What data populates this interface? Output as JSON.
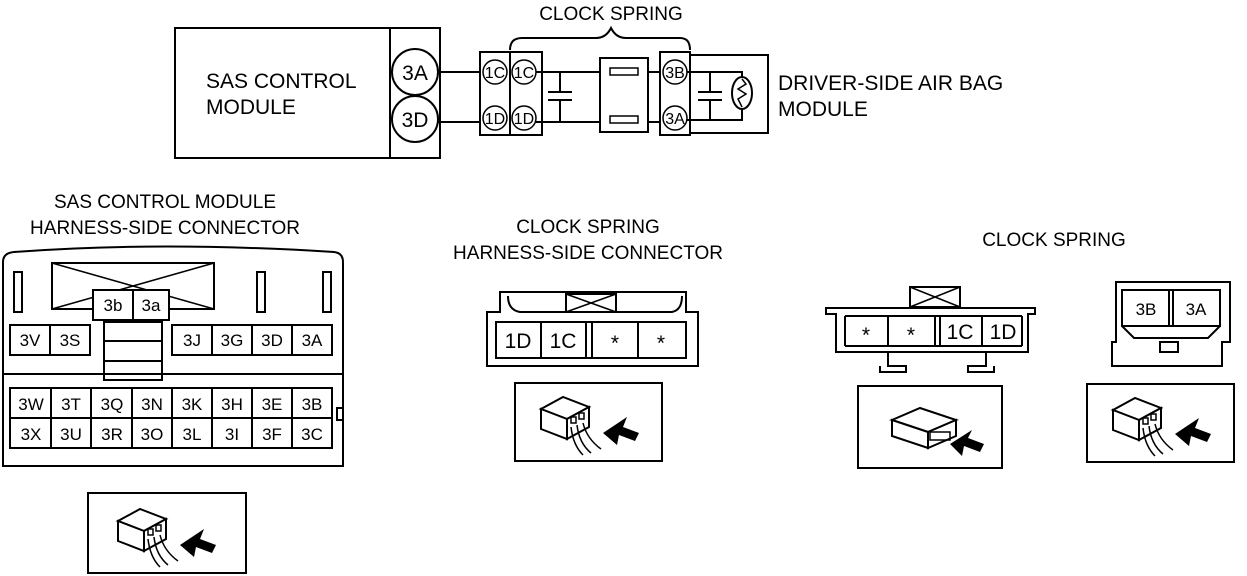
{
  "wiring": {
    "clock_spring_title": "CLOCK SPRING",
    "sas_module_line1": "SAS CONTROL",
    "sas_module_line2": "MODULE",
    "sas_pins": [
      "3A",
      "3D"
    ],
    "clock_spring_pins_in": [
      [
        "1C",
        "1C"
      ],
      [
        "1D",
        "1D"
      ]
    ],
    "clock_spring_pins_out": [
      "3B",
      "3A"
    ],
    "airbag_line1": "DRIVER-SIDE AIR BAG",
    "airbag_line2": "MODULE"
  },
  "sas_connector": {
    "title_line1": "SAS CONTROL MODULE",
    "title_line2": "HARNESS-SIDE CONNECTOR",
    "top_pins": [
      "3b",
      "3a"
    ],
    "row1_left": [
      "3V",
      "3S"
    ],
    "row1_right": [
      "3J",
      "3G",
      "3D",
      "3A"
    ],
    "row2": [
      "3W",
      "3T",
      "3Q",
      "3N",
      "3K",
      "3H",
      "3E",
      "3B"
    ],
    "row3": [
      "3X",
      "3U",
      "3R",
      "3O",
      "3L",
      "3I",
      "3F",
      "3C"
    ]
  },
  "clock_spring_harness_connector": {
    "title_line1": "CLOCK SPRING",
    "title_line2": "HARNESS-SIDE CONNECTOR",
    "pins": [
      "1D",
      "1C",
      "*",
      "*"
    ]
  },
  "clock_spring_connectors": {
    "title": "CLOCK SPRING",
    "left_pins": [
      "*",
      "*",
      "1C",
      "1D"
    ],
    "right_pins": [
      "3B",
      "3A"
    ]
  }
}
